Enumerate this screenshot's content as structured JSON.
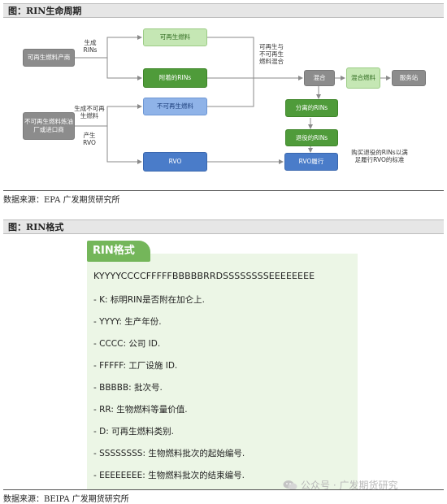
{
  "figure1": {
    "header": "图：RIN生命周期",
    "nodes": {
      "renewable_fuel_producer": "可再生燃料产商",
      "nonrenewable_producer": "不可再生燃料炼油厂或进口商",
      "renewable_fuel": "可再生燃料",
      "attached_rins": "附着的RINs",
      "nonrenewable_fuel": "不可再生燃料",
      "rvo": "RVO",
      "blend": "混合",
      "blended_fuel": "混合燃料",
      "service_station": "服务站",
      "separated_rins": "分离的RINs",
      "retired_rins": "退役的RINs",
      "rvo_fulfill": "RVO履行"
    },
    "labels": {
      "generate_rins": "生成RINs",
      "generate_nonrenewable": "生成不可再生燃料",
      "produce_rvo": "产生RVO",
      "blending": "可再生与不可再生燃料混合",
      "buy_retired": "购买退役的RINs以满足履行RVO的标准"
    },
    "source": "数据来源：EPA 广发期货研究所"
  },
  "figure2": {
    "header": "图：RIN格式",
    "tag": "RIN格式",
    "code": "KYYYYCCCCFFFFFBBBBBRRDSSSSSSSSEEEEEEEE",
    "items": [
      "- K: 标明RIN是否附在加仑上.",
      "- YYYY: 生产年份.",
      "- CCCC: 公司 ID.",
      "- FFFFF: 工厂设施 ID.",
      "- BBBBB: 批次号.",
      "- RR: 生物燃料等量价值.",
      "- D: 可再生燃料类别.",
      "- SSSSSSSS: 生物燃料批次的起始编号.",
      "- EEEEEEEE: 生物燃料批次的结束编号."
    ],
    "source": "数据来源：BEIPA 广发期货研究所"
  },
  "watermark": "公众号 · 广发期货研究",
  "icons": [
    "wechat-icon"
  ]
}
